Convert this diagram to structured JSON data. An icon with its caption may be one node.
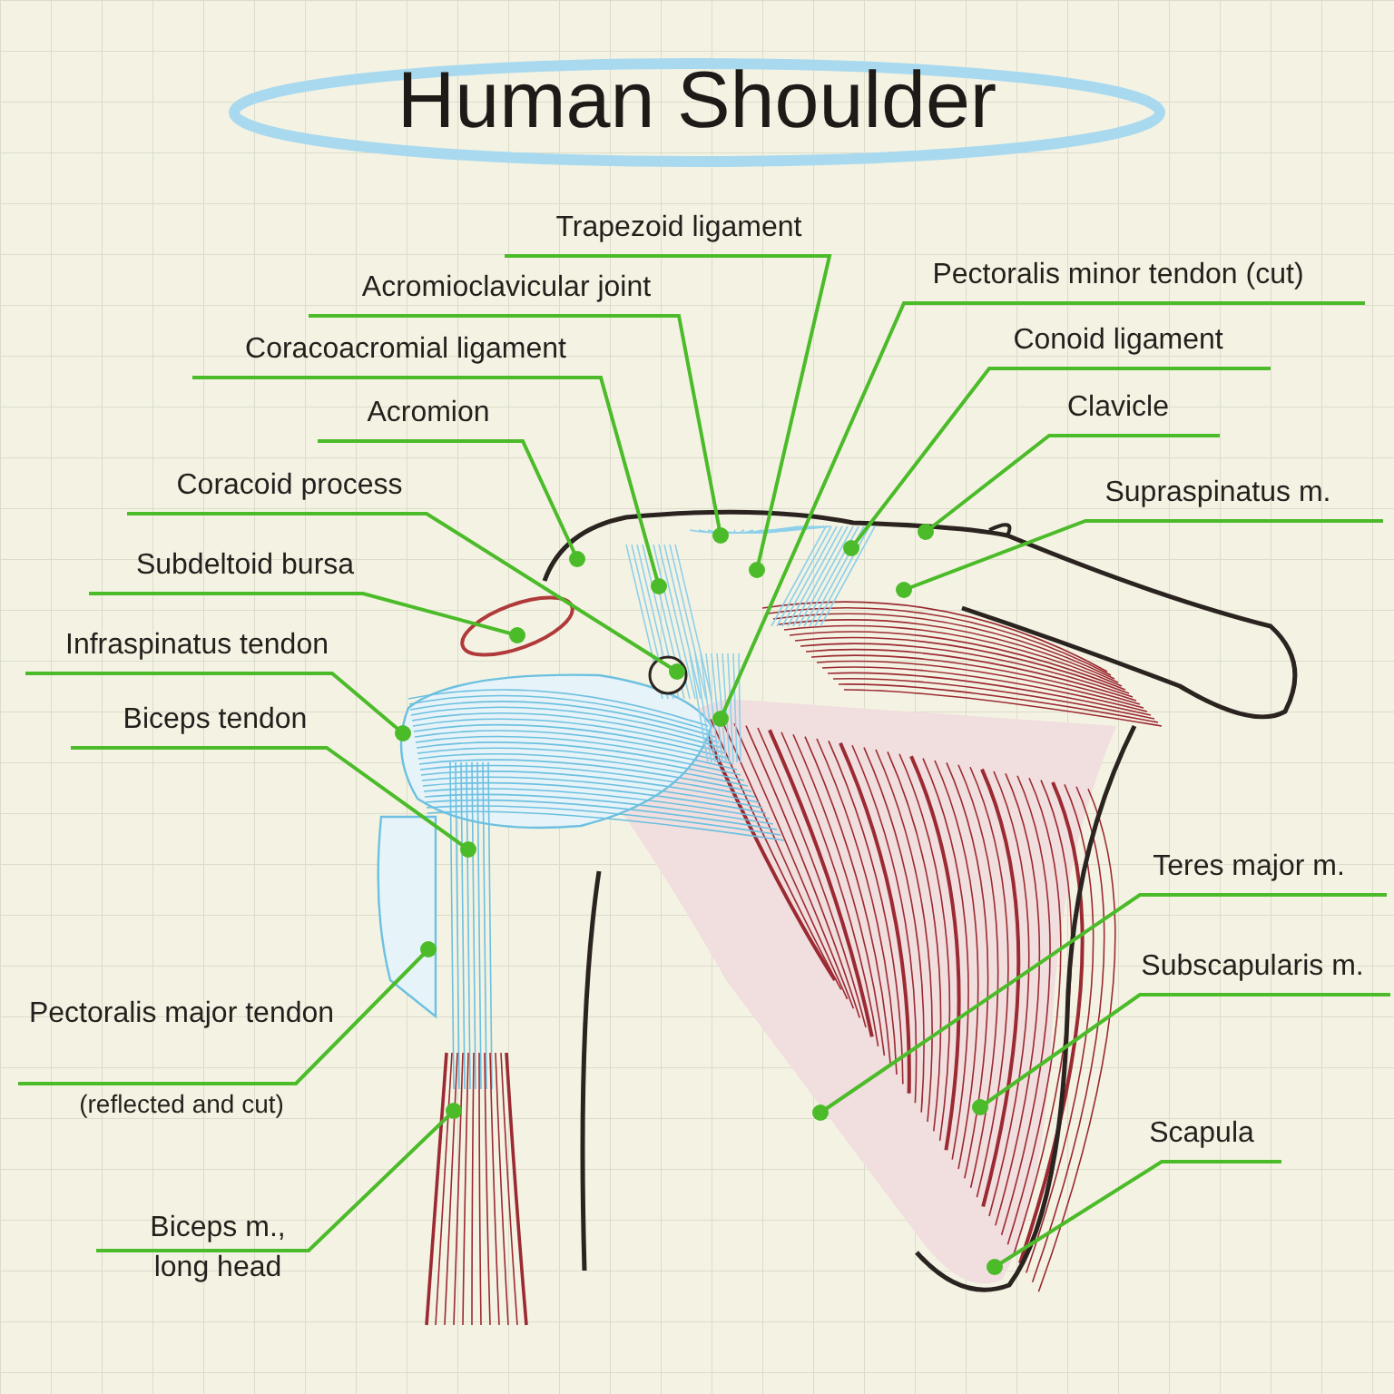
{
  "diagram": {
    "title": "Human Shoulder",
    "nodes": [
      {
        "text": [
          "Trapezoid ligament"
        ]
      },
      {
        "text": [
          "Pectoralis minor tendon (cut)"
        ]
      },
      {
        "text": [
          "Acromioclavicular joint"
        ]
      },
      {
        "text": [
          "Conoid ligament"
        ]
      },
      {
        "text": [
          "Coracoacromial ligament"
        ]
      },
      {
        "text": [
          "Clavicle"
        ]
      },
      {
        "text": [
          "Acromion"
        ]
      },
      {
        "text": [
          "Coracoid process"
        ]
      },
      {
        "text": [
          "Supraspinatus m."
        ]
      },
      {
        "text": [
          "Subdeltoid bursa"
        ]
      },
      {
        "text": [
          "Infraspinatus tendon"
        ]
      },
      {
        "text": [
          "Biceps tendon"
        ]
      },
      {
        "text": [
          "Teres major m."
        ]
      },
      {
        "text": [
          "Subscapularis m."
        ]
      },
      {
        "text": [
          "Pectoralis major tendon",
          "(reflected and cut)"
        ]
      },
      {
        "text": [
          "Scapula"
        ]
      },
      {
        "text": [
          "Biceps m., long head"
        ]
      }
    ],
    "edges": [
      {
        "from": 0,
        "to": null,
        "arrow": "other"
      },
      {
        "from": 1,
        "to": null,
        "arrow": "other"
      },
      {
        "from": 2,
        "to": null,
        "arrow": "other"
      },
      {
        "from": 3,
        "to": null,
        "arrow": "other"
      },
      {
        "from": 4,
        "to": null,
        "arrow": "other"
      },
      {
        "from": 5,
        "to": null,
        "arrow": "other"
      },
      {
        "from": 6,
        "to": null,
        "arrow": "other"
      },
      {
        "from": 7,
        "to": null,
        "arrow": "other"
      },
      {
        "from": 8,
        "to": null,
        "arrow": "other"
      },
      {
        "from": 9,
        "to": null,
        "arrow": "other"
      },
      {
        "from": 10,
        "to": null,
        "arrow": "other"
      },
      {
        "from": 11,
        "to": null,
        "arrow": "other"
      },
      {
        "from": 12,
        "to": null,
        "arrow": "other"
      },
      {
        "from": 13,
        "to": null,
        "arrow": "other"
      },
      {
        "from": 14,
        "to": null,
        "arrow": "other"
      },
      {
        "from": 15,
        "to": null,
        "arrow": "other"
      },
      {
        "from": 16,
        "to": null,
        "arrow": "other"
      }
    ]
  }
}
